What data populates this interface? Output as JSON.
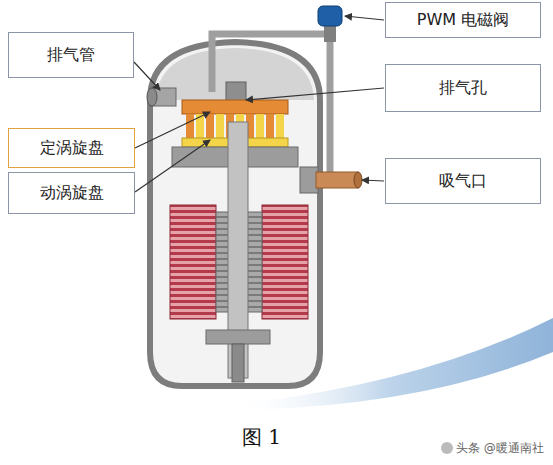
{
  "diagram": {
    "caption": "图 1",
    "nodes": [
      {
        "text": [
          "排气管"
        ]
      },
      {
        "text": [
          "PWM 电磁阀"
        ]
      },
      {
        "text": [
          "排气孔"
        ]
      },
      {
        "text": [
          "定涡旋盘"
        ]
      },
      {
        "text": [
          "吸气口"
        ]
      },
      {
        "text": [
          "动涡旋盘"
        ]
      }
    ],
    "labels": [
      "头条 @暖通南社"
    ]
  }
}
